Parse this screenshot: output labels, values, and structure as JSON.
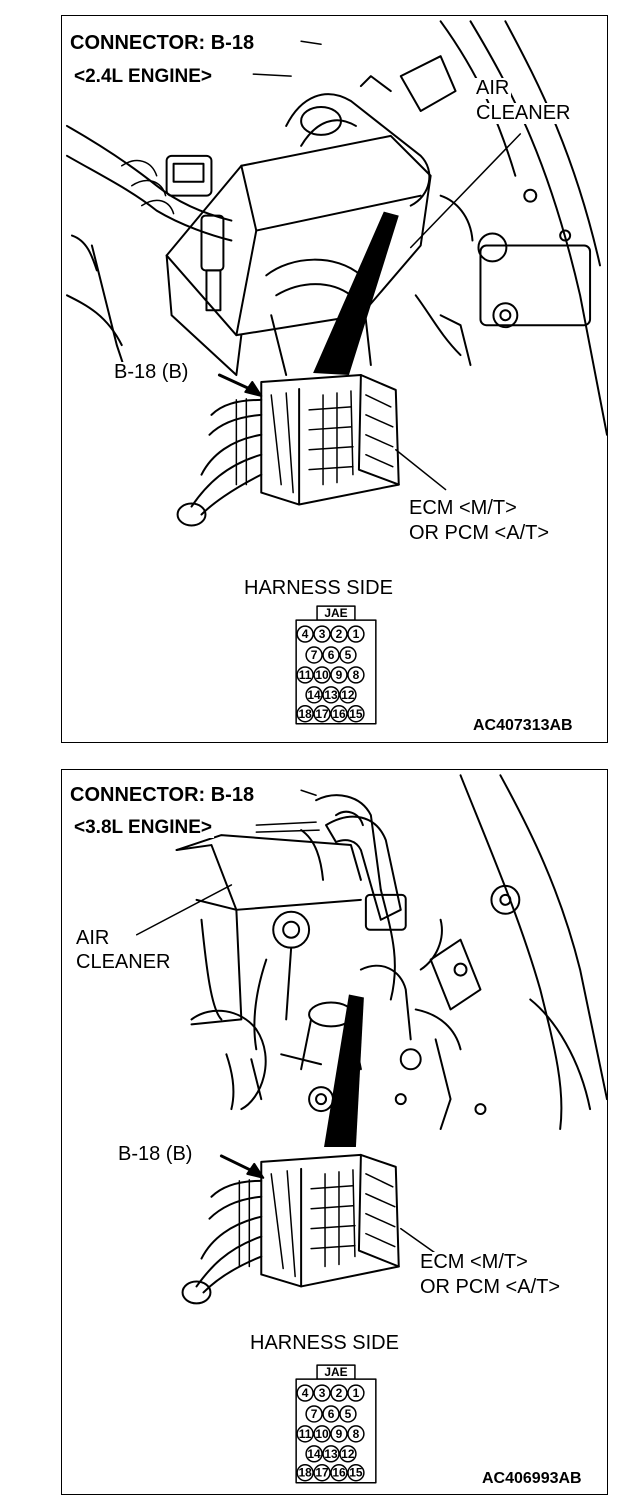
{
  "panels": [
    {
      "title": "CONNECTOR: B-18",
      "engine": "<2.4L ENGINE>",
      "air_cleaner_line1": "AIR",
      "air_cleaner_line2": "CLEANER",
      "connector_callout": "B-18 (B)",
      "ecm_line1": "ECM <M/T>",
      "ecm_line2": "OR PCM <A/T>",
      "harness_side": "HARNESS SIDE",
      "connector_type": "JAE",
      "pins": [
        [
          "4",
          "3",
          "2",
          "1"
        ],
        [
          "7",
          "6",
          "5"
        ],
        [
          "11",
          "10",
          "9",
          "8"
        ],
        [
          "14",
          "13",
          "12"
        ],
        [
          "18",
          "17",
          "16",
          "15"
        ]
      ],
      "figure_code": "AC407313AB"
    },
    {
      "title": "CONNECTOR: B-18",
      "engine": "<3.8L ENGINE>",
      "air_cleaner_line1": "AIR",
      "air_cleaner_line2": "CLEANER",
      "connector_callout": "B-18 (B)",
      "ecm_line1": "ECM <M/T>",
      "ecm_line2": "OR PCM <A/T>",
      "harness_side": "HARNESS SIDE",
      "connector_type": "JAE",
      "pins": [
        [
          "4",
          "3",
          "2",
          "1"
        ],
        [
          "7",
          "6",
          "5"
        ],
        [
          "11",
          "10",
          "9",
          "8"
        ],
        [
          "14",
          "13",
          "12"
        ],
        [
          "18",
          "17",
          "16",
          "15"
        ]
      ],
      "figure_code": "AC406993AB"
    }
  ]
}
